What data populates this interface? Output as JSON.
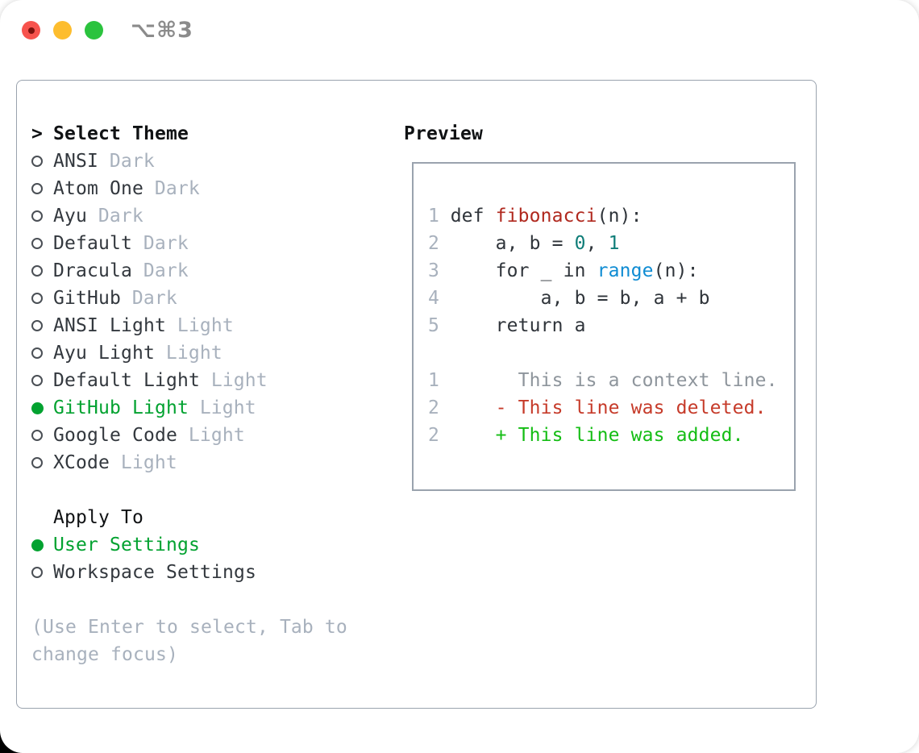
{
  "window": {
    "title": "⌥⌘3",
    "traffic_lights": [
      {
        "name": "close-button",
        "has_dot": true
      },
      {
        "name": "minimize-button",
        "has_dot": false
      },
      {
        "name": "zoom-button",
        "has_dot": false
      }
    ]
  },
  "theme_picker": {
    "header_marker": ">",
    "header": "Select Theme",
    "items": [
      {
        "name": "ANSI",
        "variant": "Dark",
        "selected": false
      },
      {
        "name": "Atom One",
        "variant": "Dark",
        "selected": false
      },
      {
        "name": "Ayu",
        "variant": "Dark",
        "selected": false
      },
      {
        "name": "Default",
        "variant": "Dark",
        "selected": false
      },
      {
        "name": "Dracula",
        "variant": "Dark",
        "selected": false
      },
      {
        "name": "GitHub",
        "variant": "Dark",
        "selected": false
      },
      {
        "name": "ANSI Light",
        "variant": "Light",
        "selected": false
      },
      {
        "name": "Ayu Light",
        "variant": "Light",
        "selected": false
      },
      {
        "name": "Default Light",
        "variant": "Light",
        "selected": false
      },
      {
        "name": "GitHub Light",
        "variant": "Light",
        "selected": true
      },
      {
        "name": "Google Code",
        "variant": "Light",
        "selected": false
      },
      {
        "name": "XCode",
        "variant": "Light",
        "selected": false
      }
    ],
    "apply_to": {
      "header": "Apply To",
      "options": [
        {
          "label": "User Settings",
          "selected": true
        },
        {
          "label": "Workspace Settings",
          "selected": false
        }
      ]
    },
    "hint": "(Use Enter to select, Tab to change focus)"
  },
  "preview": {
    "header": "Preview",
    "lines": [
      {
        "num": "1",
        "segments": [
          {
            "t": "def ",
            "c": "plain"
          },
          {
            "t": "fibonacci",
            "c": "function"
          },
          {
            "t": "(n):",
            "c": "plain"
          }
        ]
      },
      {
        "num": "2",
        "segments": [
          {
            "t": "    a, b = ",
            "c": "plain"
          },
          {
            "t": "0",
            "c": "number"
          },
          {
            "t": ", ",
            "c": "plain"
          },
          {
            "t": "1",
            "c": "number"
          }
        ]
      },
      {
        "num": "3",
        "segments": [
          {
            "t": "    for _ in ",
            "c": "plain"
          },
          {
            "t": "range",
            "c": "builtin"
          },
          {
            "t": "(n):",
            "c": "plain"
          }
        ]
      },
      {
        "num": "4",
        "segments": [
          {
            "t": "        a, b = b, a + b",
            "c": "plain"
          }
        ]
      },
      {
        "num": "5",
        "segments": [
          {
            "t": "    return a",
            "c": "plain"
          }
        ]
      },
      {
        "num": "",
        "segments": []
      },
      {
        "num": "1",
        "segments": [
          {
            "t": "      This is a context line.",
            "c": "context"
          }
        ]
      },
      {
        "num": "2",
        "segments": [
          {
            "t": "    - This line was deleted.",
            "c": "deleted"
          }
        ]
      },
      {
        "num": "2",
        "segments": [
          {
            "t": "    + This line was added.",
            "c": "added"
          }
        ]
      }
    ]
  },
  "colors": {
    "accent_green": "#02a230",
    "ring_gray": "#4a4f55",
    "name_dark": "#33383e",
    "variant_gray": "#a8b1bd",
    "hint_gray": "#a8b1bd",
    "header_black": "#101214",
    "border_gray": "#9aa3ae",
    "line_number": "#a8b1bd",
    "code_plain": "#2f343a",
    "code_function": "#b0281e",
    "code_number": "#0f7d78",
    "code_builtin": "#0f8cd3",
    "diff_context": "#8e959c",
    "diff_deleted": "#c63b2a",
    "diff_added": "#14bd14",
    "title_gray": "#8b8b8b",
    "light_red": "#f7534d",
    "light_red_dot": "#7d120d",
    "light_yellow": "#fdbd2e",
    "light_green": "#2bc33e"
  }
}
